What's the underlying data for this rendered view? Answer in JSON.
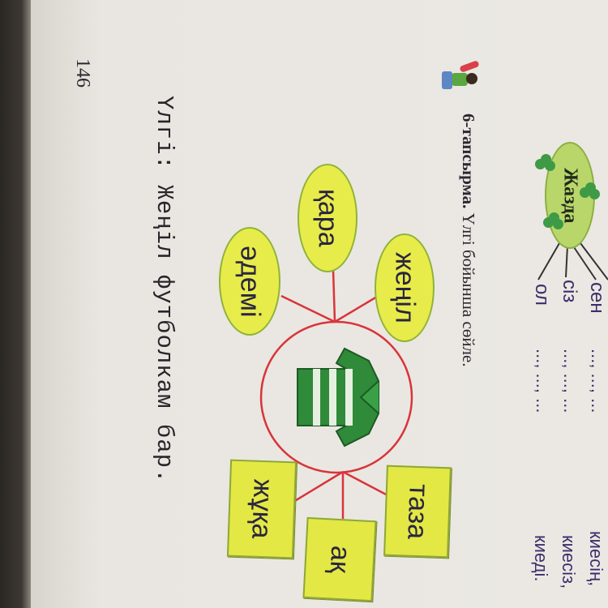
{
  "page_number": "146",
  "task": {
    "number": "6-тапсырма.",
    "instruction": "Үлгі бойынша сөйле."
  },
  "example": "Үлгі: Жеңіл футболкам бар.",
  "summer_diagram": {
    "center": "Жазда",
    "rows": [
      {
        "pronoun": "сен",
        "blanks": "..., ..., ...",
        "verb": "киесің,"
      },
      {
        "pronoun": "сіз",
        "blanks": "..., ..., ...",
        "verb": "киесіз,"
      },
      {
        "pronoun": "ол",
        "blanks": "..., ..., ...",
        "verb": "киеді."
      }
    ]
  },
  "shirt_diagram": {
    "center_icon": "green-striped-shirt",
    "ovals": [
      "жеңіл",
      "қара",
      "әдемі"
    ],
    "cards": [
      "таза",
      "ақ",
      "жұқа"
    ]
  },
  "colors": {
    "oval": "#e8ec4a",
    "lines": "#d9343a",
    "summer": "#b9d66b",
    "text": "#3a2f6a"
  }
}
